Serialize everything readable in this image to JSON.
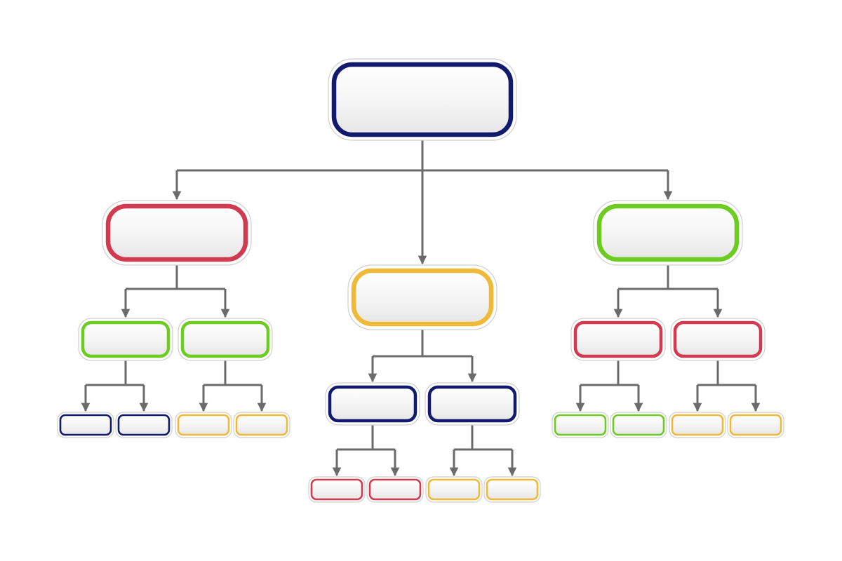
{
  "colors": {
    "navy": "#121a6e",
    "red": "#d23a4f",
    "yellow": "#f0b938",
    "green": "#6ccc1f",
    "connector": "#6b6b6b",
    "shell_border": "#cfcfcf"
  },
  "nodes": [
    {
      "id": "root",
      "label": "",
      "color": "navy",
      "parent": ""
    },
    {
      "id": "left",
      "label": "",
      "color": "red",
      "parent": "root"
    },
    {
      "id": "center",
      "label": "",
      "color": "yellow",
      "parent": "root"
    },
    {
      "id": "right",
      "label": "",
      "color": "green",
      "parent": "root"
    },
    {
      "id": "left-a",
      "label": "",
      "color": "green",
      "parent": "left"
    },
    {
      "id": "left-b",
      "label": "",
      "color": "green",
      "parent": "left"
    },
    {
      "id": "center-a",
      "label": "",
      "color": "navy",
      "parent": "center"
    },
    {
      "id": "center-b",
      "label": "",
      "color": "navy",
      "parent": "center"
    },
    {
      "id": "right-a",
      "label": "",
      "color": "red",
      "parent": "right"
    },
    {
      "id": "right-b",
      "label": "",
      "color": "red",
      "parent": "right"
    },
    {
      "id": "left-a-1",
      "label": "",
      "color": "navy",
      "parent": "left-a"
    },
    {
      "id": "left-a-2",
      "label": "",
      "color": "navy",
      "parent": "left-a"
    },
    {
      "id": "left-b-1",
      "label": "",
      "color": "yellow",
      "parent": "left-b"
    },
    {
      "id": "left-b-2",
      "label": "",
      "color": "yellow",
      "parent": "left-b"
    },
    {
      "id": "center-a-1",
      "label": "",
      "color": "red",
      "parent": "center-a"
    },
    {
      "id": "center-a-2",
      "label": "",
      "color": "red",
      "parent": "center-a"
    },
    {
      "id": "center-b-1",
      "label": "",
      "color": "yellow",
      "parent": "center-b"
    },
    {
      "id": "center-b-2",
      "label": "",
      "color": "yellow",
      "parent": "center-b"
    },
    {
      "id": "right-a-1",
      "label": "",
      "color": "green",
      "parent": "right-a"
    },
    {
      "id": "right-a-2",
      "label": "",
      "color": "green",
      "parent": "right-a"
    },
    {
      "id": "right-b-1",
      "label": "",
      "color": "yellow",
      "parent": "right-b"
    },
    {
      "id": "right-b-2",
      "label": "",
      "color": "yellow",
      "parent": "right-b"
    }
  ]
}
